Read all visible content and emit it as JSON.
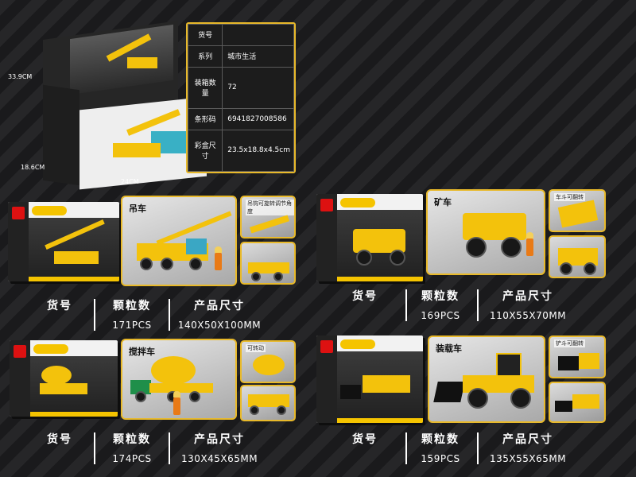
{
  "dimensions": {
    "height": "33.9CM",
    "depth": "18.6CM",
    "width": "24CM"
  },
  "spec": {
    "rows": [
      {
        "label": "货号",
        "value": ""
      },
      {
        "label": "系列",
        "value": "城市生活"
      },
      {
        "label": "装箱数量",
        "value": "72"
      },
      {
        "label": "条形码",
        "value": "6941827008586"
      },
      {
        "label": "彩盒尺寸",
        "value": "23.5x18.8x4.5cm"
      }
    ]
  },
  "info_labels": {
    "item_no": "货号",
    "pieces": "颗粒数",
    "size": "产品尺寸"
  },
  "products": [
    {
      "name": "吊车",
      "pieces": "171PCS",
      "size": "140X50X100MM",
      "thumb1": "吊钩可旋转调节角度",
      "thumb2": ""
    },
    {
      "name": "矿车",
      "pieces": "169PCS",
      "size": "110X55X70MM",
      "thumb1": "车斗可翻转",
      "thumb2": ""
    },
    {
      "name": "搅拌车",
      "pieces": "174PCS",
      "size": "130X45X65MM",
      "thumb1": "可转动",
      "thumb2": ""
    },
    {
      "name": "装载车",
      "pieces": "159PCS",
      "size": "135X55X65MM",
      "thumb1": "铲斗可翻转",
      "thumb2": ""
    }
  ],
  "colors": {
    "accent": "#e8b92a",
    "vehicle": "#f3c20c"
  }
}
